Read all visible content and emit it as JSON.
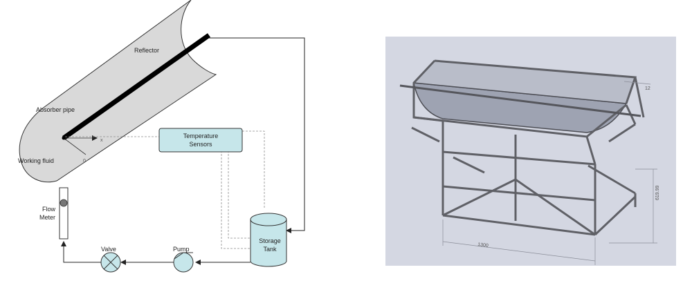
{
  "schematic": {
    "reflector_label": "Reflector",
    "absorber_label": "Absorber pipe",
    "working_fluid_label": "Working fluid",
    "x_axis_label": "x",
    "origin_label": "0",
    "sensors_label_line1": "Temperature",
    "sensors_label_line2": "Sensors",
    "flow_meter_line1": "Flow",
    "flow_meter_line2": "Meter",
    "valve_label": "Valve",
    "pump_label": "Pump",
    "tank_label_line1": "Storage",
    "tank_label_line2": "Tank",
    "colors": {
      "reflector_fill": "#d9d9d9",
      "component_fill": "#c6e6ea",
      "line": "#222222",
      "dashed": "#888888"
    }
  },
  "cad_model": {
    "dim_length": "1300",
    "dim_height": "619.99",
    "dim_pipe": "12",
    "colors": {
      "background": "#d4d7e2",
      "frame": "#5f6066"
    }
  }
}
